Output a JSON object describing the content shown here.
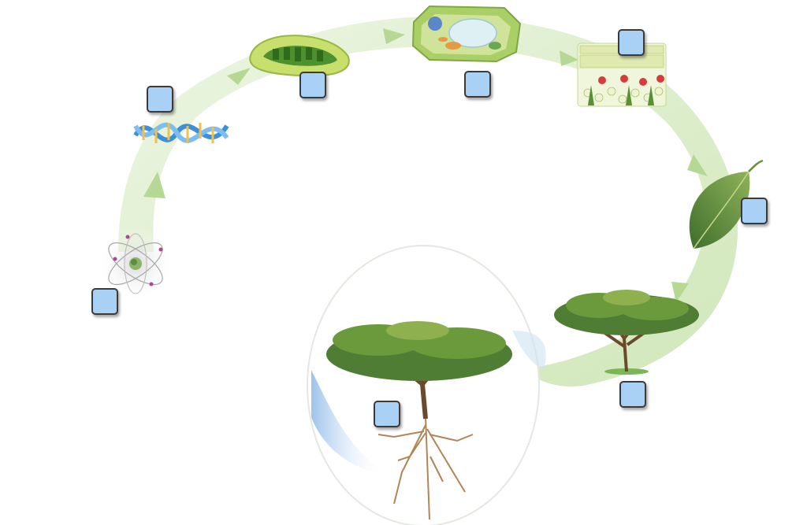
{
  "diagram": {
    "levels": [
      {
        "id": "atom",
        "icon": "atom-icon",
        "label": ""
      },
      {
        "id": "molecule",
        "icon": "dna-icon",
        "label": ""
      },
      {
        "id": "organelle",
        "icon": "chloroplast-icon",
        "label": ""
      },
      {
        "id": "cell",
        "icon": "plant-cell-icon",
        "label": ""
      },
      {
        "id": "tissue",
        "icon": "leaf-tissue-icon",
        "label": ""
      },
      {
        "id": "organ",
        "icon": "leaf-icon",
        "label": ""
      },
      {
        "id": "organism",
        "icon": "tree-icon",
        "label": ""
      },
      {
        "id": "organ-system",
        "icon": "tree-with-roots-icon",
        "label": ""
      }
    ]
  },
  "colors": {
    "label_fill": "#a9d0f5",
    "label_border": "#3a3a3a",
    "arrow": "#cfe7b4",
    "foliage": "#4f7d33",
    "trunk": "#6b4a2b"
  }
}
